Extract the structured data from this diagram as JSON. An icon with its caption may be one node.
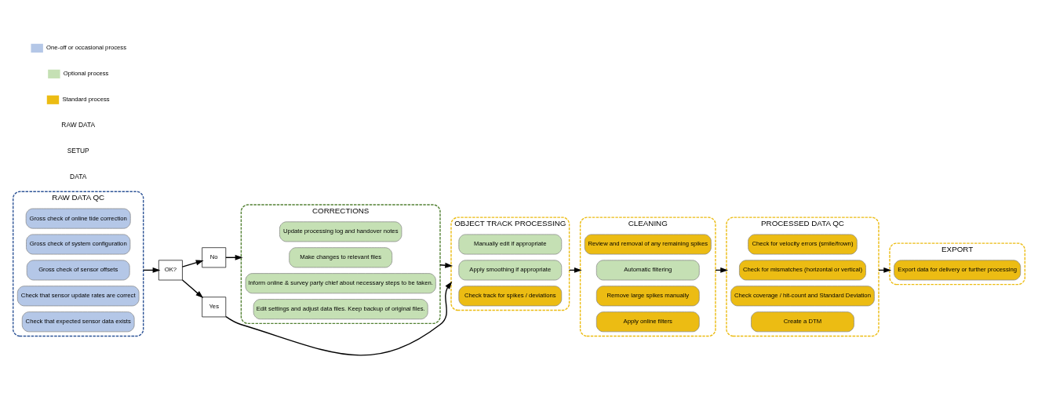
{
  "diagram": {
    "nodes": [
      {
        "text": [
          "RAW DATA QC"
        ]
      },
      {
        "text": [
          "Check that expected sensor data exists"
        ],
        "in": 0
      },
      {
        "text": [
          "Check that sensor update rates are correct"
        ],
        "in": 0
      },
      {
        "text": [
          "Gross check of sensor offsets"
        ],
        "in": 0
      },
      {
        "text": [
          "Gross check of system configuration"
        ],
        "in": 0
      },
      {
        "text": [
          "Gross check of online tide correction"
        ],
        "in": 0
      },
      {
        "text": [
          "OK?"
        ]
      },
      {
        "text": [
          "No"
        ]
      },
      {
        "text": [
          "Yes"
        ]
      },
      {
        "text": [
          "CORRECTIONS"
        ]
      },
      {
        "text": [
          "Edit settings and adjust data files. Keep backup of original files."
        ],
        "in": 9
      },
      {
        "text": [
          "Inform online & survey party chief about necessary steps to be taken."
        ],
        "in": 9
      },
      {
        "text": [
          "Make changes to relevant files"
        ],
        "in": 9
      },
      {
        "text": [
          "Update processing log and handover notes"
        ],
        "in": 9
      },
      {
        "text": [
          "CLEANING"
        ]
      },
      {
        "text": [
          "Apply online filters"
        ],
        "in": 14
      },
      {
        "text": [
          "Remove large spikes manually"
        ],
        "in": 14
      },
      {
        "text": [
          "Automatic filtering"
        ],
        "in": 14
      },
      {
        "text": [
          "Review and removal of any remaining spikes"
        ],
        "in": 14
      },
      {
        "text": [
          "OBJECT TRACK PROCESSING"
        ]
      },
      {
        "text": [
          "Check track for spikes / deviations"
        ],
        "in": 19
      },
      {
        "text": [
          "Apply smoothing if appropriate"
        ],
        "in": 19
      },
      {
        "text": [
          "Manually edit if appropriate"
        ],
        "in": 19
      },
      {
        "text": [
          "PROCESSED DATA QC"
        ]
      },
      {
        "text": [
          "Create a DTM"
        ],
        "in": 23
      },
      {
        "text": [
          "Check coverage / hit-count and Standard Deviation"
        ],
        "in": 23
      },
      {
        "text": [
          "Check for mismatches (horizontal or vertical)"
        ],
        "in": 23
      },
      {
        "text": [
          "Check for velocity errors (smile/frown)"
        ],
        "in": 23
      },
      {
        "text": [
          "EXPORT"
        ]
      },
      {
        "text": [
          "Export data for delivery or further processing"
        ],
        "in": 28
      }
    ],
    "edges": [
      {
        "from": 0,
        "to": 6,
        "arrow": "to"
      },
      {
        "from": 6,
        "to": 7,
        "arrow": "to"
      },
      {
        "from": 6,
        "to": 8,
        "arrow": "to"
      },
      {
        "from": 7,
        "to": 9,
        "arrow": "to"
      },
      {
        "from": 8,
        "to": 19,
        "arrow": "to"
      },
      {
        "from": 9,
        "to": 19,
        "arrow": "to"
      },
      {
        "from": 19,
        "to": 14,
        "arrow": "to"
      },
      {
        "from": 14,
        "to": 23,
        "arrow": "to"
      },
      {
        "from": 23,
        "to": 28,
        "arrow": "to"
      }
    ],
    "labels": [
      "DATA",
      "SETUP",
      "RAW DATA"
    ],
    "legend": [
      {
        "text": "One-off or occasional process",
        "color": "#b4c7e7"
      },
      {
        "text": "Optional process",
        "color": "#c5e0b4"
      },
      {
        "text": "Standard process",
        "color": "#ecbc13"
      }
    ]
  }
}
